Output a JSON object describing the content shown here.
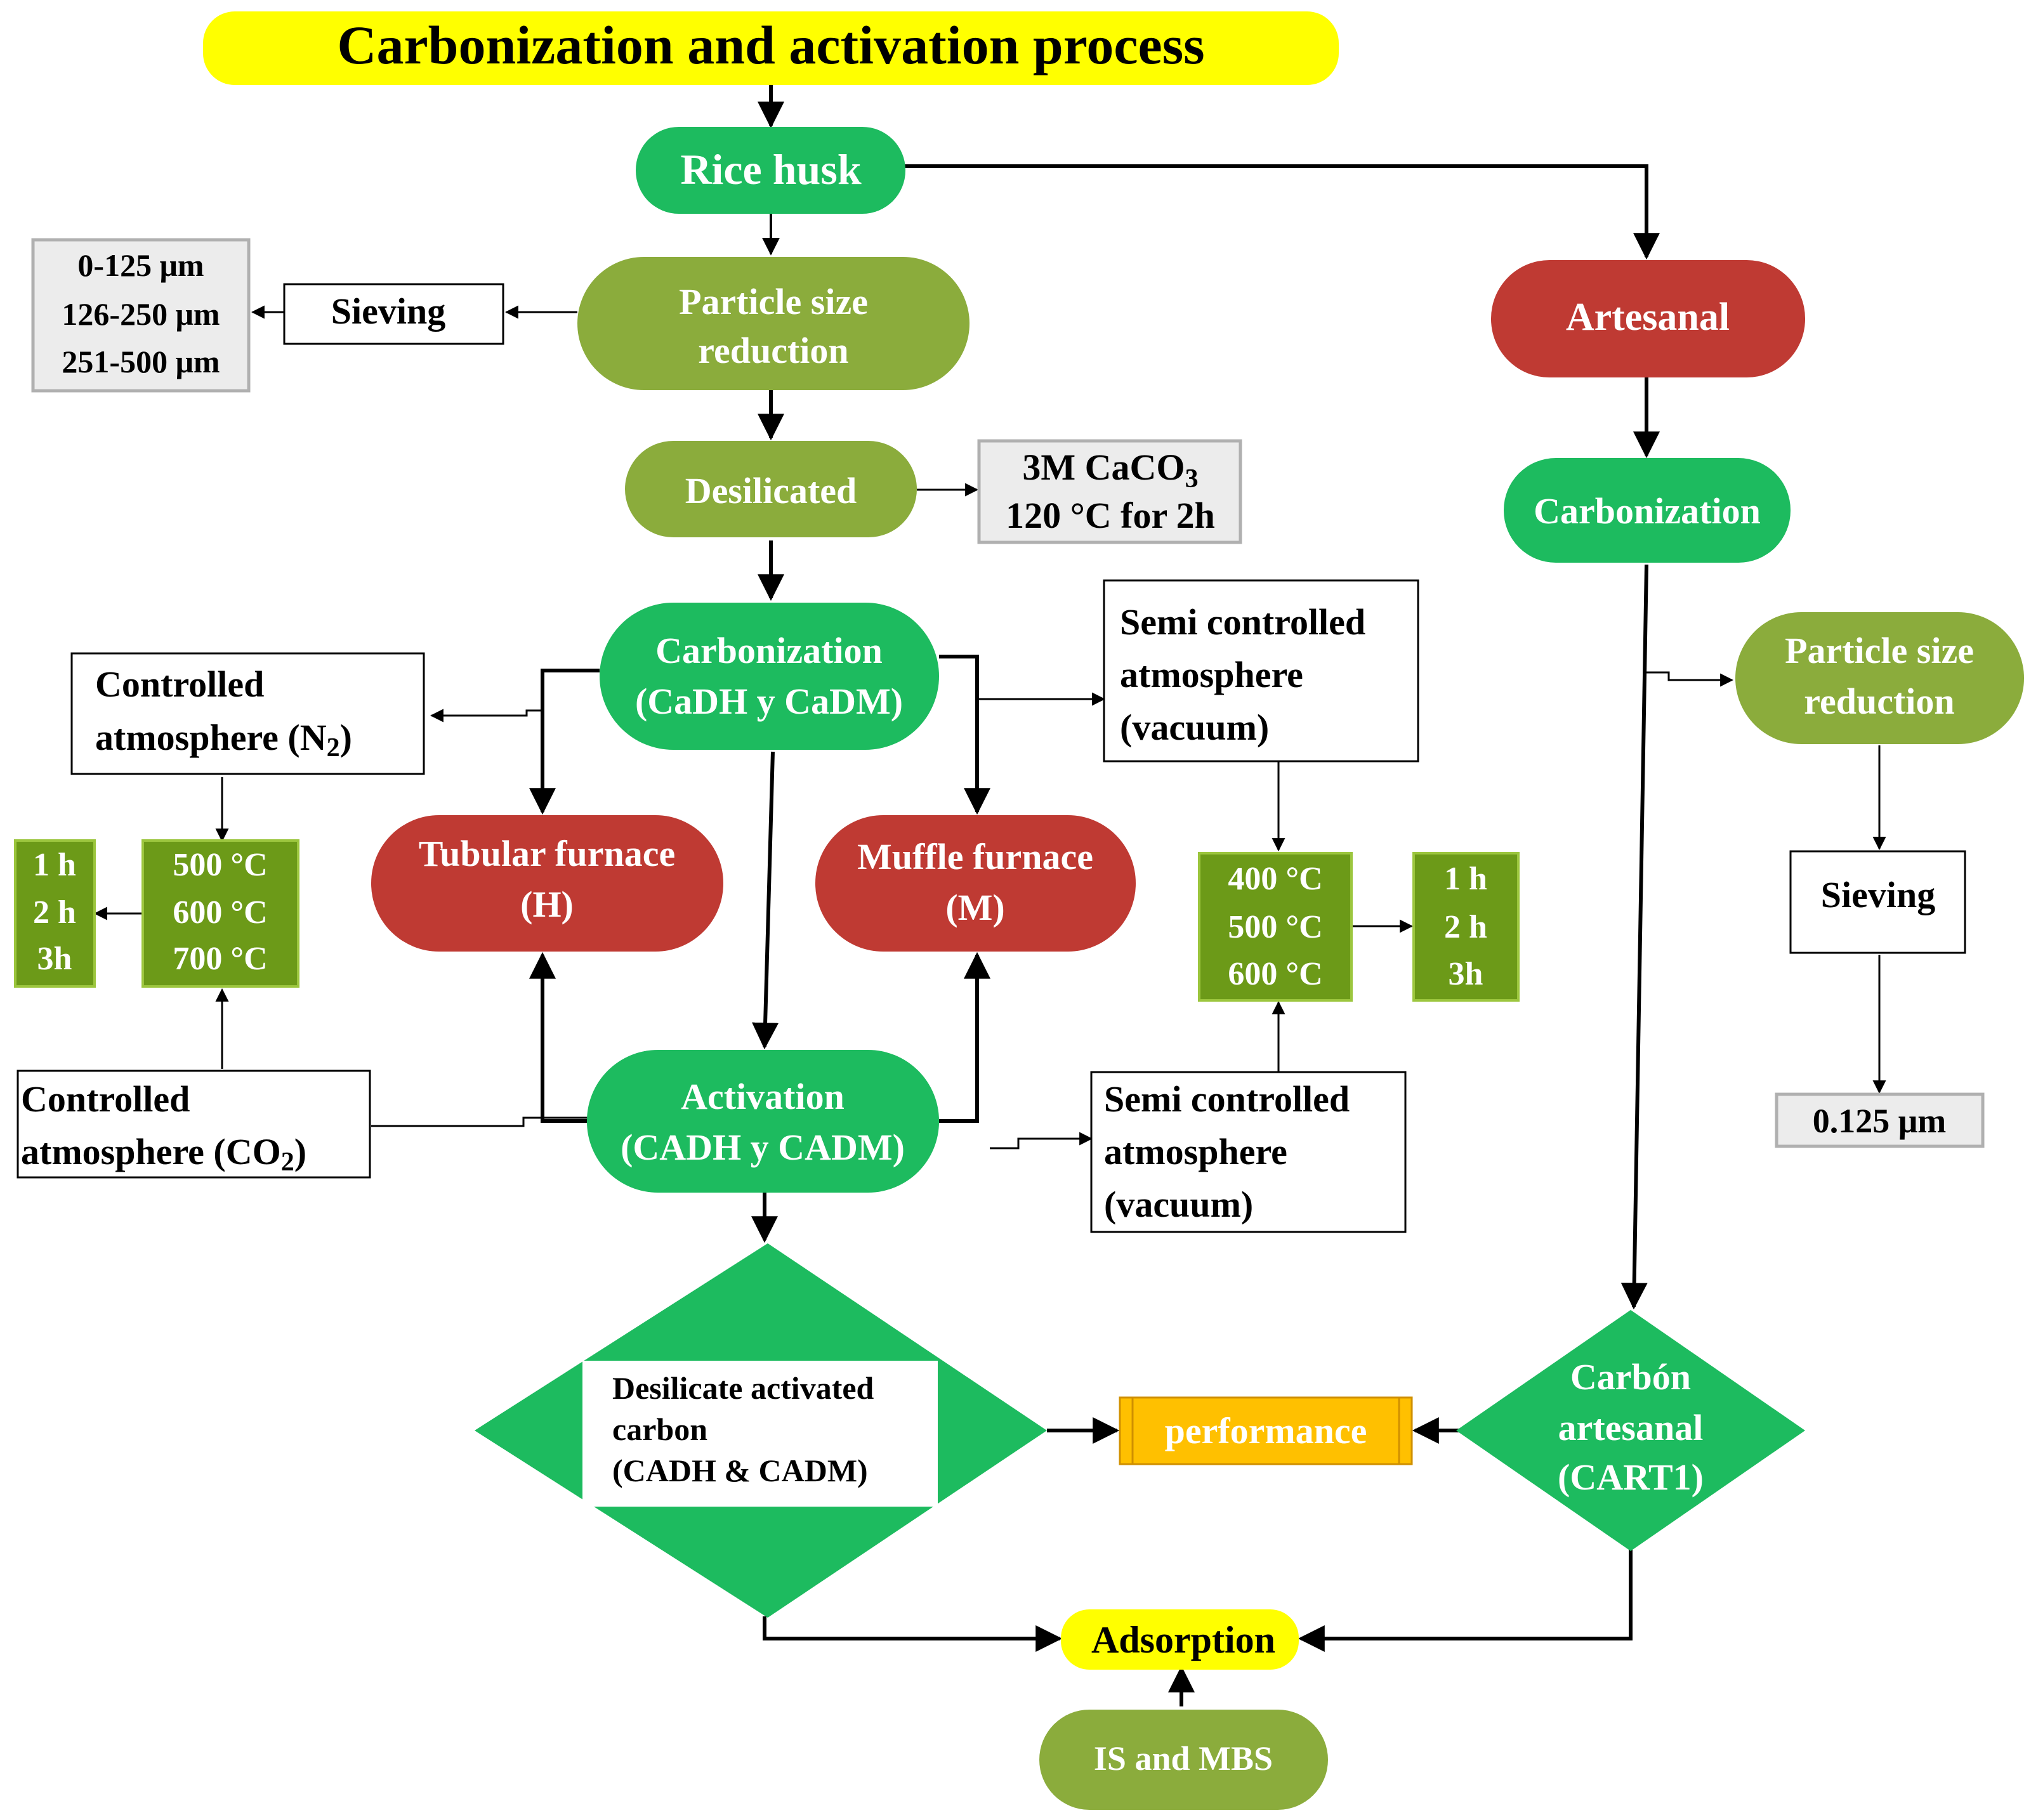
{
  "title": "Carbonization and activation process",
  "colors": {
    "title_bg": "#ffff00",
    "green": "#1dbb5f",
    "olive": "#8bac3c",
    "red": "#bf3a33",
    "dark_olive_box": "#6c9a18",
    "gray_box": "#ececec",
    "performance": "#ffc000",
    "adsorption_bg": "#ffff00",
    "arrow": "#000000"
  },
  "nodes": {
    "rice_husk": "Rice husk",
    "particle_size_reduction": [
      "Particle size",
      "reduction"
    ],
    "sieve_sizes": [
      "0-125 μm",
      "126-250 μm",
      "251-500 μm"
    ],
    "sieving_left": "Sieving",
    "desilicated": "Desilicated",
    "desilication_conditions": [
      "3M CaCO",
      "120 °C for 2h"
    ],
    "desilication_subscript": "3",
    "carbonization_main": [
      "Carbonization",
      "(CaDH y CaDM)"
    ],
    "controlled_n2": [
      "Controlled",
      "atmosphere (N",
      ")"
    ],
    "n2_subscript": "2",
    "tubular_furnace": [
      "Tubular furnace",
      "(H)"
    ],
    "muffle_furnace": [
      "Muffle furnace",
      "(M)"
    ],
    "semi_controlled_top": [
      "Semi controlled",
      "atmosphere",
      "(vacuum)"
    ],
    "times_left": [
      "1 h",
      "2 h",
      "3h"
    ],
    "temps_left": [
      "500 °C",
      "600 °C",
      "700 °C"
    ],
    "temps_right": [
      "400 °C",
      "500 °C",
      "600 °C"
    ],
    "times_right": [
      "1 h",
      "2 h",
      "3h"
    ],
    "controlled_co2": [
      "Controlled",
      "atmosphere (CO",
      ")"
    ],
    "co2_subscript": "2",
    "activation": [
      "Activation",
      "(CADH y CADM)"
    ],
    "semi_controlled_bottom": [
      "Semi controlled",
      "atmosphere",
      "(vacuum)"
    ],
    "desilicate_activated_carbon": [
      "Desilicate activated",
      "carbon",
      "(CADH & CADM)"
    ],
    "performance": "performance",
    "carbon_artesanal": [
      "Carbón",
      "artesanal",
      "(CART1)"
    ],
    "adsorption": "Adsorption",
    "is_mbs": "IS and MBS",
    "artesanal": "Artesanal",
    "carbonization_right": "Carbonization",
    "particle_size_reduction_right": [
      "Particle size",
      "reduction"
    ],
    "sieving_right": "Sieving",
    "size_right": "0.125 μm"
  }
}
